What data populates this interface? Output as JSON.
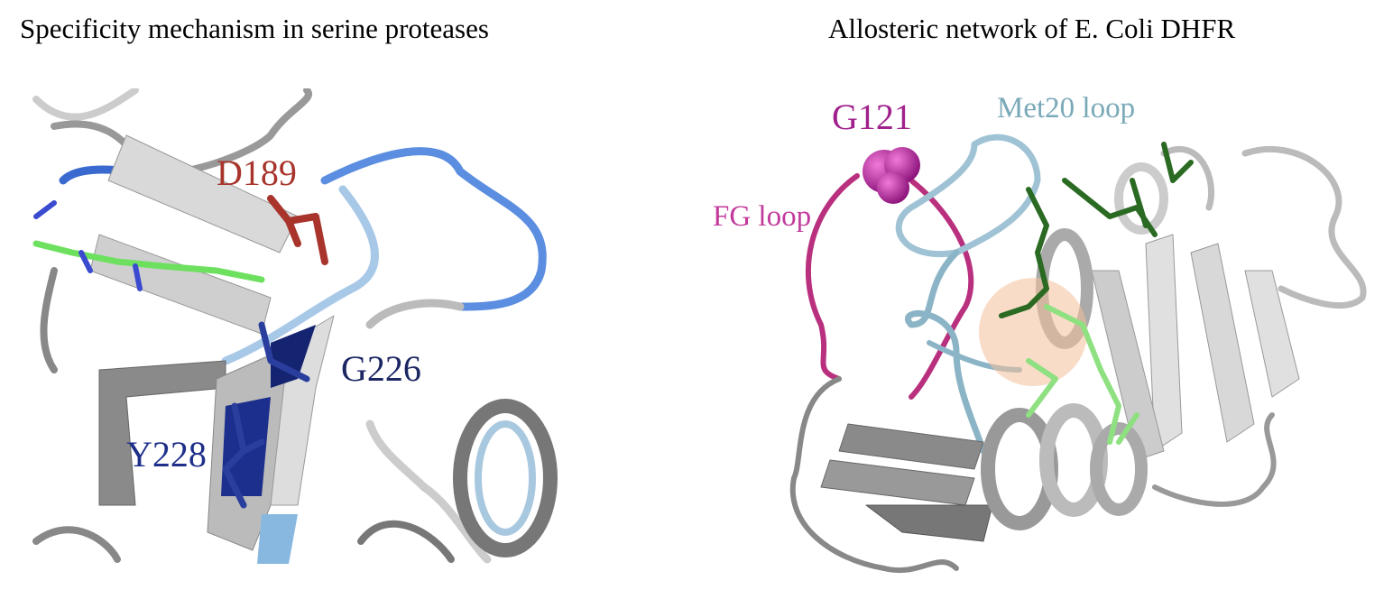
{
  "left_panel": {
    "title": "Specificity mechanism in serine proteases",
    "labels": {
      "d189": "D189",
      "g226": "G226",
      "y228": "Y228"
    },
    "colors": {
      "d189": "#a8342c",
      "g226": "#1b2663",
      "y228": "#1e2f8a"
    }
  },
  "right_panel": {
    "title": "Allosteric network of E. Coli DHFR",
    "labels": {
      "g121": "G121",
      "met20": "Met20 loop",
      "fg": "FG loop"
    },
    "colors": {
      "g121": "#a0218c",
      "met20": "#7aa9b8",
      "fg": "#c23b9c"
    }
  }
}
